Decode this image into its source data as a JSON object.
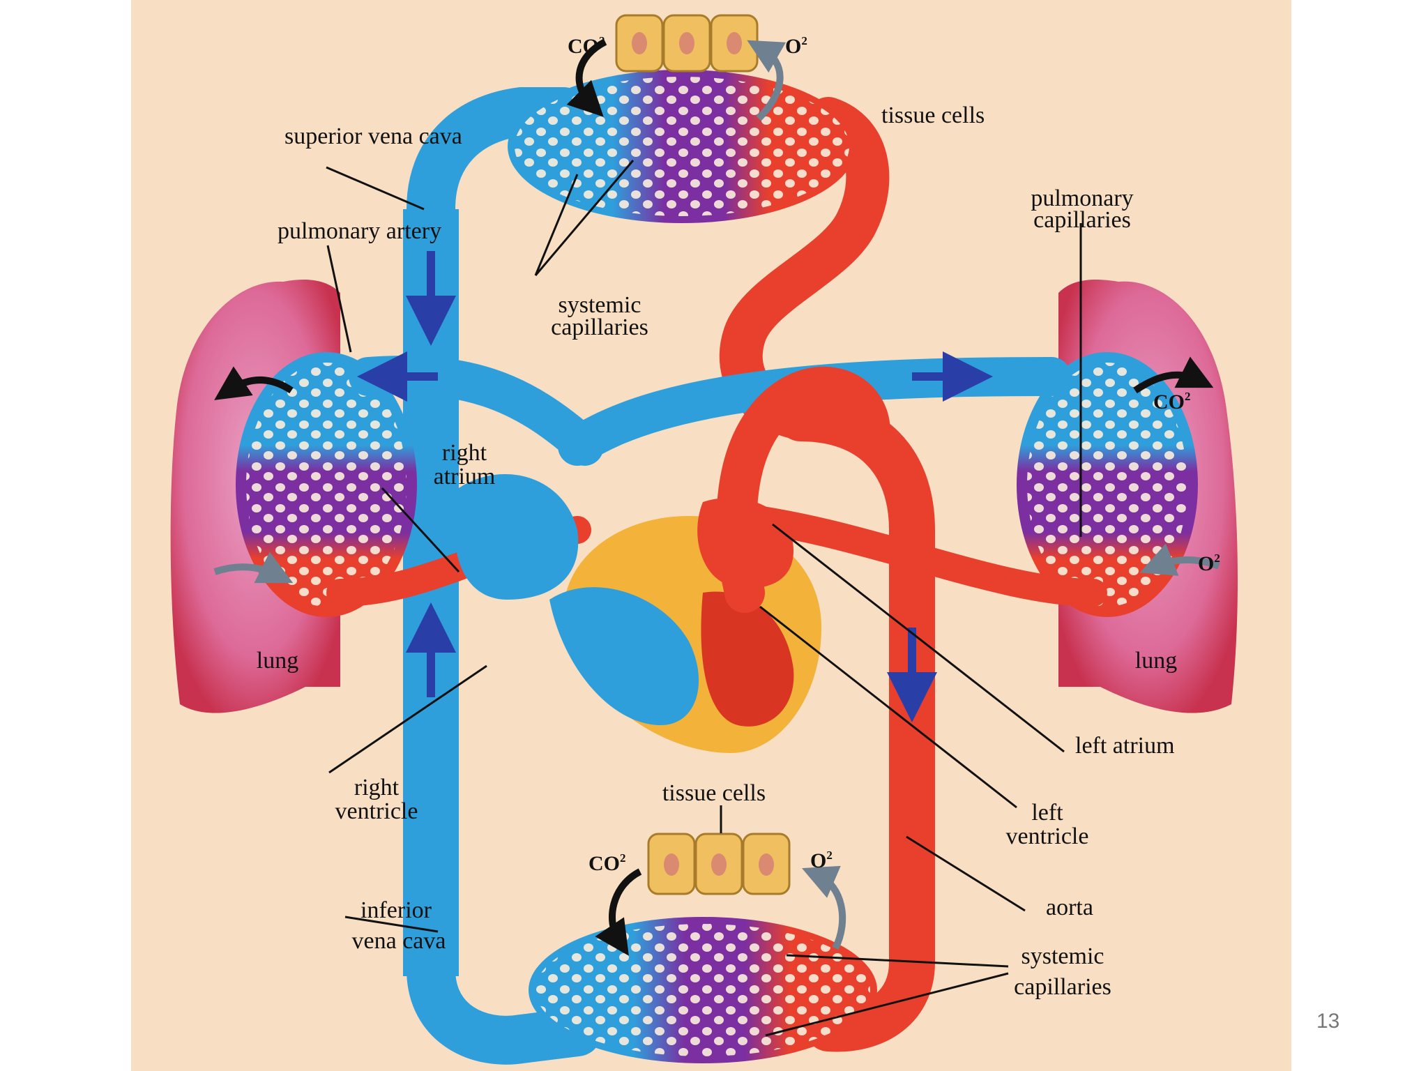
{
  "slide": {
    "page_number": "13"
  },
  "colors": {
    "background": "#f8dfc4",
    "deoxygenated_blood": "#2f9fdc",
    "oxygenated_blood": "#e8402c",
    "mixed_capillary": "#7b2fa0",
    "lung": "#d33d6a",
    "tissue_cell": "#f0c060",
    "heart_wall": "#f3b23a",
    "flow_arrow": "#2a3ea8"
  },
  "labels": {
    "superior_vena_cava": "superior vena cava",
    "pulmonary_artery": "pulmonary artery",
    "systemic_capillaries_top_line1": "systemic",
    "systemic_capillaries_top_line2": "capillaries",
    "tissue_cells_top": "tissue cells",
    "pulmonary_capillaries_line1": "pulmonary",
    "pulmonary_capillaries_line2": "capillaries",
    "right_atrium_line1": "right",
    "right_atrium_line2": "atrium",
    "lung_left": "lung",
    "lung_right": "lung",
    "left_atrium": "left atrium",
    "right_ventricle_line1": "right",
    "right_ventricle_line2": "ventricle",
    "left_ventricle_line1": "left",
    "left_ventricle_line2": "ventricle",
    "tissue_cells_bottom": "tissue cells",
    "inferior_vena_cava_line1": "inferior",
    "inferior_vena_cava_line2": "vena cava",
    "aorta": "aorta",
    "systemic_capillaries_bottom_line1": "systemic",
    "systemic_capillaries_bottom_line2": "capillaries"
  },
  "gases": {
    "co2_base": "CO",
    "o2_base": "O",
    "subscript": "2"
  },
  "icons": [
    "co2-release-arrow",
    "o2-uptake-arrow",
    "blood-flow-arrow"
  ]
}
